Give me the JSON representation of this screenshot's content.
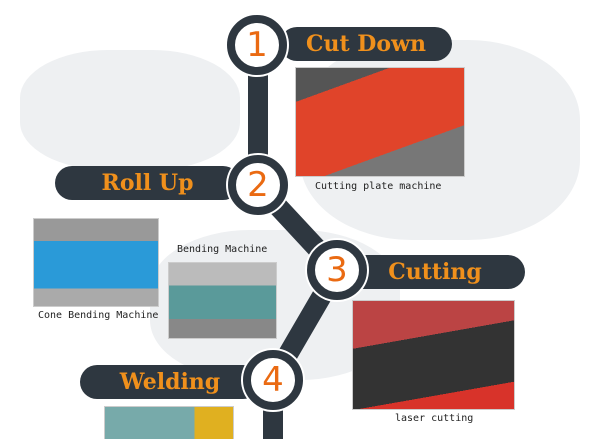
{
  "steps": [
    {
      "number": "1",
      "label": "Cut Down"
    },
    {
      "number": "2",
      "label": "Roll Up"
    },
    {
      "number": "3",
      "label": "Cutting"
    },
    {
      "number": "4",
      "label": "Welding"
    }
  ],
  "captions": {
    "cutting_plate": "Cutting plate machine",
    "cone_bending": "Cone Bending Machine",
    "bending": "Bending Machine",
    "laser": "laser cutting"
  },
  "colors": {
    "dark": "#2e3740",
    "orange": "#f0901c",
    "number": "#ea6a12"
  }
}
